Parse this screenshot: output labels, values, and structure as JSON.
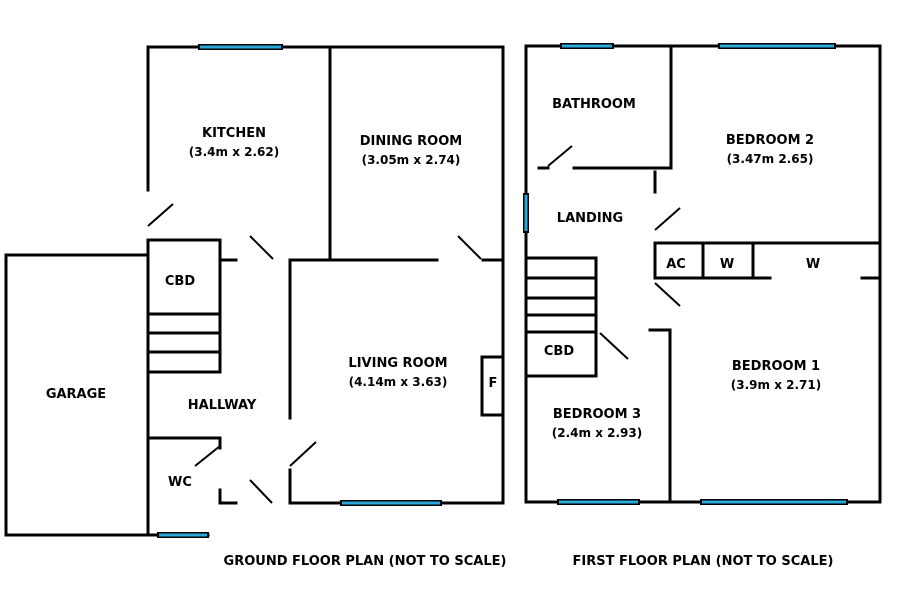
{
  "ground_floor": {
    "caption": "GROUND FLOOR PLAN (NOT TO SCALE)",
    "rooms": {
      "kitchen": {
        "name": "KITCHEN",
        "size": "(3.4m x 2.62)"
      },
      "dining": {
        "name": "DINING ROOM",
        "size": "(3.05m x 2.74)"
      },
      "living": {
        "name": "LIVING ROOM",
        "size": "(4.14m x 3.63)"
      },
      "garage": {
        "name": "GARAGE"
      },
      "hallway": {
        "name": "HALLWAY"
      },
      "cbd": {
        "name": "CBD"
      },
      "wc": {
        "name": "WC"
      },
      "fireplace": {
        "name": "F"
      }
    }
  },
  "first_floor": {
    "caption": "FIRST FLOOR PLAN (NOT TO SCALE)",
    "rooms": {
      "bathroom": {
        "name": "BATHROOM"
      },
      "bedroom2": {
        "name": "BEDROOM 2",
        "size": "(3.47m 2.65)"
      },
      "landing": {
        "name": "LANDING"
      },
      "ac": {
        "name": "AC"
      },
      "w1": {
        "name": "W"
      },
      "w2": {
        "name": "W"
      },
      "bedroom1": {
        "name": "BEDROOM 1",
        "size": "(3.9m x 2.71)"
      },
      "cbd": {
        "name": "CBD"
      },
      "bedroom3": {
        "name": "BEDROOM 3",
        "size": "(2.4m x 2.93)"
      }
    }
  },
  "colors": {
    "wall": "#000000",
    "window": "#2aa7d9"
  }
}
